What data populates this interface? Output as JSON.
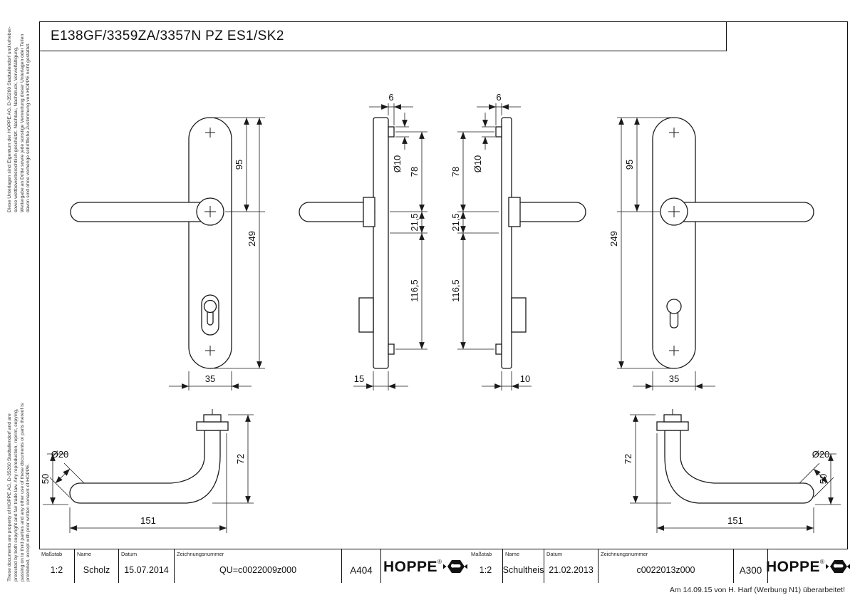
{
  "page": {
    "title": "E138GF/3359ZA/3357N PZ ES1/SK2",
    "revision_note": "Am 14.09.15 von H. Harf (Werbung N1) überarbeitet!"
  },
  "side_notes": {
    "german": "Diese Unterlagen sind Eigentum der HOPPE AG, D-35260 Stadtallendorf und urheber- sowie wettbewerbsrechtlich geschützt. Nachbau, Nachdruck, Vervielfältigung, Weitergabe an Dritte sowie jede sonstige Verwertung dieser Unterlagen oder Teilen davon sind ohne vorherige schriftliche Zustimmung von HOPPE nicht gestattet.",
    "english": "These documents are property of HOPPE AG, D-35260 Stadtallendorf and are protected by both copyright and fair trade law. Any reproduction, reprint, copying, passing on to third parties and any other use of these documents or parts thereof is prohibited, except with prior written consent of HOPPE."
  },
  "dims": {
    "plate_left": {
      "h95": "95",
      "h249": "249",
      "w35": "35"
    },
    "profile_left": {
      "t6": "6",
      "d10": "Ø10",
      "h78": "78",
      "h21": "21,5",
      "h116": "116,5",
      "w15": "15"
    },
    "profile_right": {
      "t6": "6",
      "d10": "Ø10",
      "h78": "78",
      "h21": "21,5",
      "h116": "116,5",
      "w10": "10"
    },
    "plate_right": {
      "h95": "95",
      "h249": "249",
      "w35": "35"
    },
    "handle_left": {
      "d20": "Ø20",
      "h50": "50",
      "l151": "151",
      "p72": "72"
    },
    "handle_right": {
      "d20": "Ø20",
      "h50": "50",
      "l151": "151",
      "p72": "72"
    }
  },
  "title_blocks": [
    {
      "scale_label": "Maßstab",
      "scale": "1:2",
      "name_label": "Name",
      "name": "Scholz",
      "date_label": "Datum",
      "date": "15.07.2014",
      "number_label": "Zeichnungsnummer",
      "number": "QU=c0022009z000",
      "code": "A404",
      "brand": "HOPPE",
      "brand_mark": "®"
    },
    {
      "scale_label": "Maßstab",
      "scale": "1:2",
      "name_label": "Name",
      "name": "Schultheis",
      "date_label": "Datum",
      "date": "21.02.2013",
      "number_label": "Zeichnungsnummer",
      "number": "c0022013z000",
      "code": "A300",
      "brand": "HOPPE",
      "brand_mark": "®"
    }
  ]
}
